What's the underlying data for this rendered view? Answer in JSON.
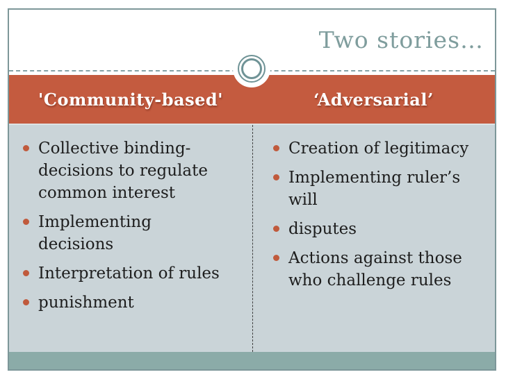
{
  "slide": {
    "title": "Two stories…",
    "columns": [
      {
        "header": "'Community-based'",
        "bullets": [
          "Collective binding-\ndecisions to regulate\ncommon interest",
          "Implementing\ndecisions",
          "Interpretation of rules",
          "punishment"
        ]
      },
      {
        "header": "‘Adversarial’",
        "bullets": [
          "Creation of legitimacy",
          "Implementing ruler’s\nwill",
          "disputes",
          "Actions against those\nwho challenge rules"
        ]
      }
    ],
    "colors": {
      "accent_red": "#C45B3F",
      "content_bg": "#CAD4D8",
      "teal_band": "#8BABA8",
      "title_color": "#7F9D9D",
      "frame_border": "#7D9799",
      "bullet_dot": "#C05A3C",
      "body_text": "#1D1D1D",
      "header_text": "#FFFFFF"
    }
  }
}
